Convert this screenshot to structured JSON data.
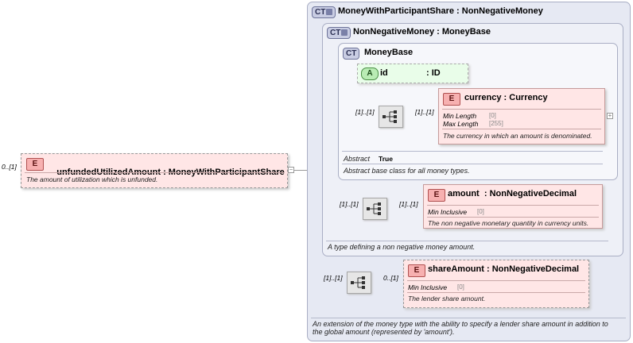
{
  "root": {
    "cardinality": "0..[1]",
    "badge": "E",
    "name": "unfundedUtilizedAmount",
    "type": ": MoneyWithParticipantShare",
    "description": "The amount of utilization which is unfunded."
  },
  "ct_outer": {
    "badge": "CT",
    "name": "MoneyWithParticipantShare",
    "base": ": NonNegativeMoney",
    "description_line1": "An extension of the money type with the ability to specify a lender share amount in addition to",
    "description_line2": "the global amount (represented by 'amount')."
  },
  "ct_middle": {
    "badge": "CT",
    "name": "NonNegativeMoney",
    "base": ": MoneyBase",
    "description": "A type defining a non negative money amount."
  },
  "ct_inner": {
    "badge": "CT",
    "name": "MoneyBase",
    "abstract_label": "Abstract",
    "abstract_value": "True",
    "description": "Abstract base class for all money types."
  },
  "attribute_id": {
    "badge": "A",
    "name": "id",
    "type": ": ID"
  },
  "currency": {
    "badge": "E",
    "name": "currency",
    "type": ": Currency",
    "facet1_label": "Min Length",
    "facet1_value": "[0]",
    "facet2_label": "Max Length",
    "facet2_value": "[255]",
    "description": "The currency in which an amount is denominated.",
    "seq_left_card": "[1]..[1]",
    "seq_right_card": "[1]..[1]"
  },
  "amount": {
    "badge": "E",
    "name": "amount",
    "type": ": NonNegativeDecimal",
    "facet1_label": "Min Inclusive",
    "facet1_value": "[0]",
    "description": "The non negative monetary quantity in currency units.",
    "seq_left_card": "[1]..[1]",
    "seq_right_card": "[1]..[1]"
  },
  "share_amount": {
    "badge": "E",
    "name": "shareAmount",
    "type": ": NonNegativeDecimal",
    "facet1_label": "Min Inclusive",
    "facet1_value": "[0]",
    "description": "The lender share amount.",
    "seq_left_card": "[1]..[1]",
    "seq_right_card": "0..[1]"
  },
  "icons": {
    "sequence": "sequence-compositor-icon",
    "collapse": "collapse-icon",
    "expand": "expand-icon"
  },
  "colors": {
    "element_fill": "#ffe6e6",
    "attribute_fill": "#e9fde9",
    "complex_type_fill": "#e6e9f3"
  }
}
